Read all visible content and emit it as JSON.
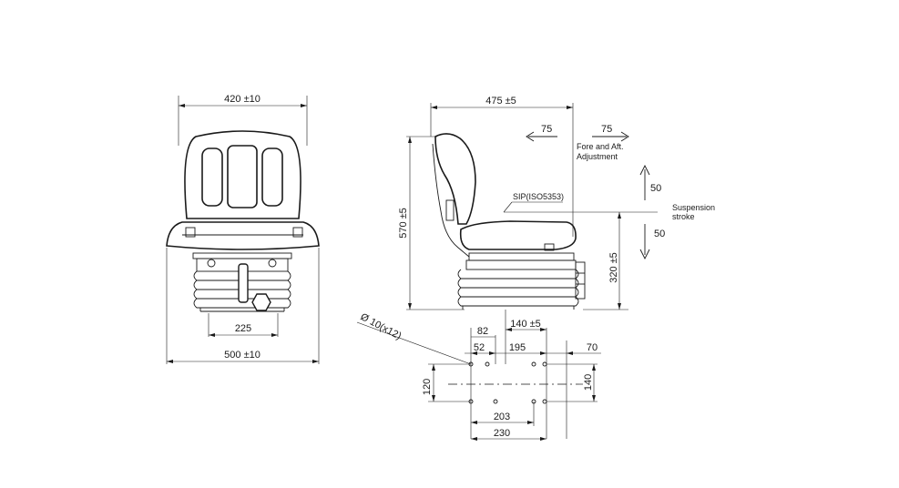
{
  "front_view": {
    "dim_top_width": "420 ±10",
    "dim_base_width": "225",
    "dim_bottom_width": "500 ±10"
  },
  "side_view": {
    "dim_top_depth": "475 ±5",
    "fore_aft_left": "75",
    "fore_aft_right": "75",
    "fore_aft_label_line1": "Fore and Aft.",
    "fore_aft_label_line2": "Adjustment",
    "dim_height": "570 ±5",
    "sip_label": "SIP(ISO5353)",
    "susp_up": "50",
    "susp_down": "50",
    "suspension_label_line1": "Suspension",
    "suspension_label_line2": "stroke",
    "dim_seat_height": "320 ±5"
  },
  "mounting": {
    "hole_label": "Ø 10(x12)",
    "dim_140_5": "140 ±5",
    "dim_82": "82",
    "dim_52": "52",
    "dim_195": "195",
    "dim_70": "70",
    "dim_120": "120",
    "dim_140": "140",
    "dim_203": "203",
    "dim_230": "230"
  }
}
